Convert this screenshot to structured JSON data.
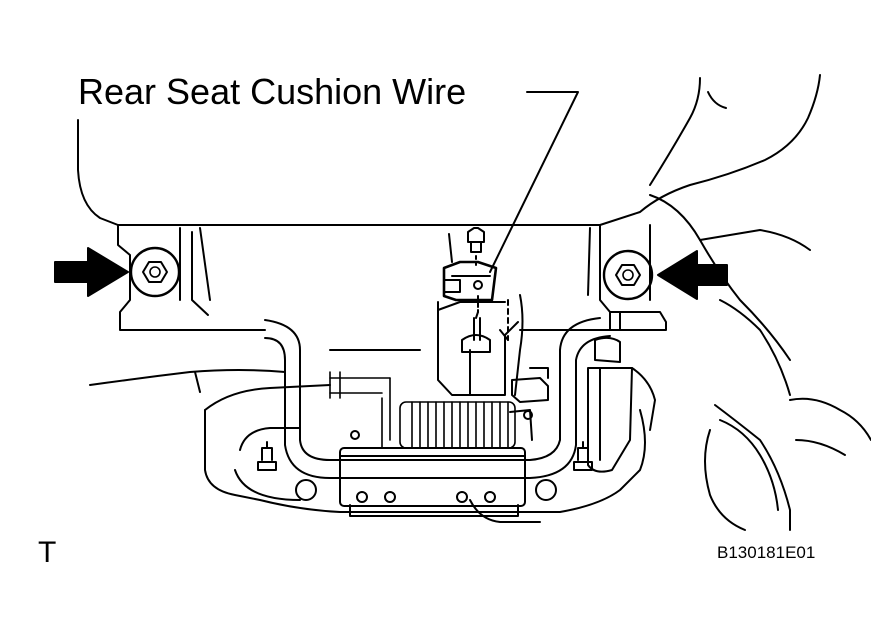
{
  "callout": {
    "label": "Rear Seat Cushion Wire"
  },
  "corner_mark": "T",
  "figure_code": "B130181E01",
  "colors": {
    "ink": "#000000",
    "paper": "#ffffff"
  },
  "icons": [
    "arrow-right-icon",
    "arrow-left-icon",
    "bolt-icon",
    "nut-icon"
  ]
}
